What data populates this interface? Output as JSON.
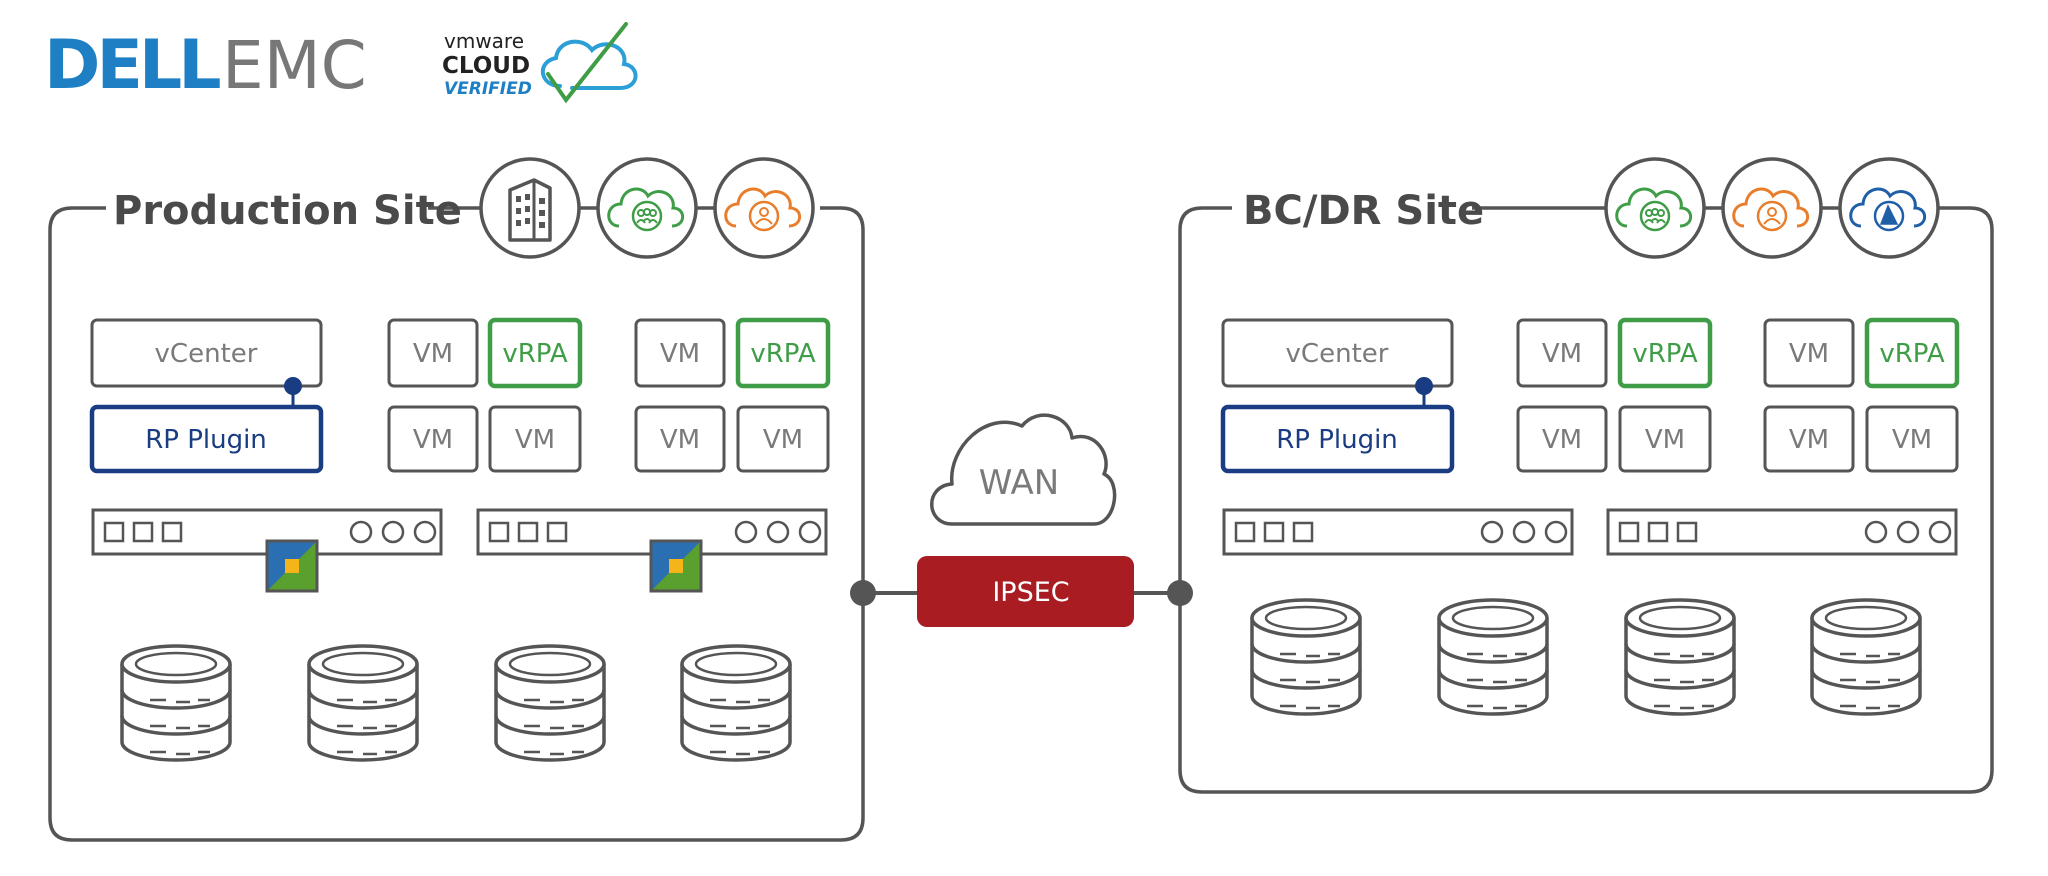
{
  "logos": {
    "dell_emc": {
      "dell": "DELL",
      "emc": "EMC",
      "color_dell": "#1f7fc4",
      "color_emc": "#777777"
    },
    "vmware_cloud": {
      "line1": "vmware",
      "line2": "CLOUD",
      "line3": "VERIFIED"
    }
  },
  "production_site": {
    "title": "Production Site",
    "icons": [
      "building-icon",
      "group-cloud-icon",
      "user-cloud-icon"
    ],
    "vcenter": "vCenter",
    "plugin": "RP Plugin",
    "hosts": [
      {
        "row1": [
          "VM",
          "vRPA"
        ],
        "row2": [
          "VM",
          "VM"
        ]
      },
      {
        "row1": [
          "VM",
          "vRPA"
        ],
        "row2": [
          "VM",
          "VM"
        ]
      }
    ]
  },
  "dr_site": {
    "title": "BC/DR Site",
    "icons": [
      "group-cloud-icon",
      "user-cloud-icon",
      "azure-cloud-icon"
    ],
    "vcenter": "vCenter",
    "plugin": "RP Plugin",
    "hosts": [
      {
        "row1": [
          "VM",
          "vRPA"
        ],
        "row2": [
          "VM",
          "VM"
        ]
      },
      {
        "row1": [
          "VM",
          "vRPA"
        ],
        "row2": [
          "VM",
          "VM"
        ]
      }
    ]
  },
  "link": {
    "wan": "WAN",
    "ipsec": "IPSEC"
  },
  "colors": {
    "stroke": "#555555",
    "green": "#3f9c47",
    "blue": "#1a3c82",
    "orange": "#e87e2c",
    "ipsec_red": "#a81c22",
    "azure_blue": "#1f5fa8"
  }
}
